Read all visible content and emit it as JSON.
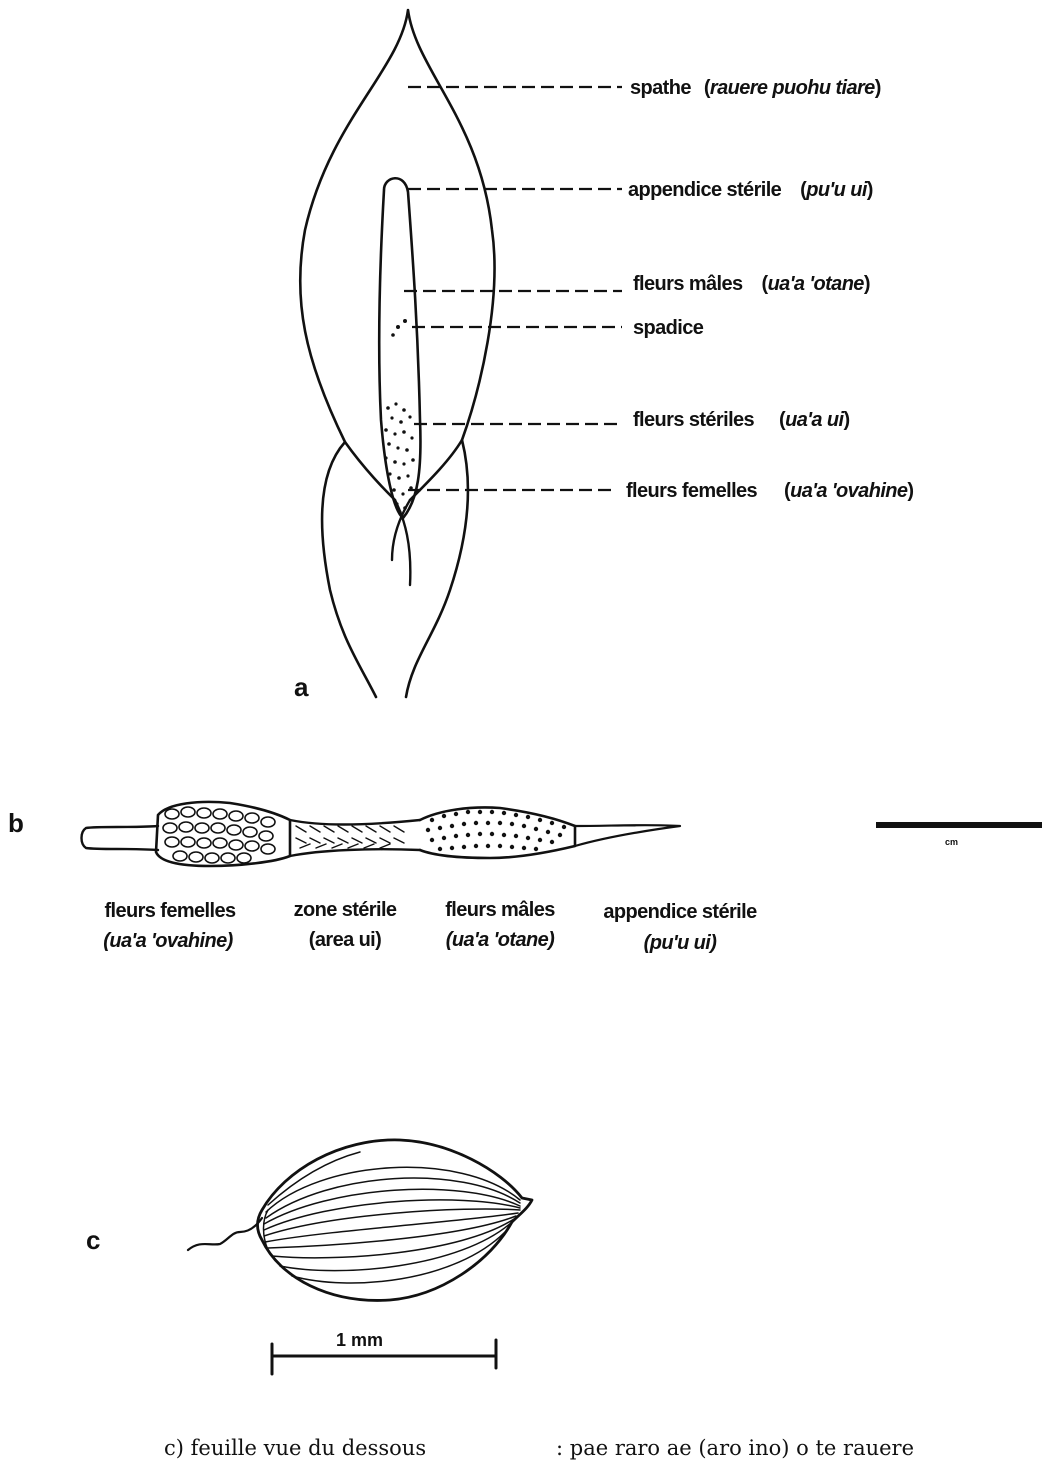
{
  "panel_a": {
    "letter": "a",
    "labels": [
      {
        "term": "spathe",
        "local": "rauere puohu tiare"
      },
      {
        "term": "appendice stérile",
        "local": "pu'u ui"
      },
      {
        "term": "fleurs mâles",
        "local": "ua'a 'otane"
      },
      {
        "term": "spadice",
        "local": ""
      },
      {
        "term": "fleurs stériles",
        "local": "ua'a ui"
      },
      {
        "term": "fleurs femelles",
        "local": "ua'a 'ovahine"
      }
    ]
  },
  "panel_b": {
    "letter": "b",
    "zones": [
      {
        "term": "fleurs femelles",
        "local": "(ua'a 'ovahine)"
      },
      {
        "term": "zone stérile",
        "local": "(area ui)"
      },
      {
        "term": "fleurs mâles",
        "local": "(ua'a 'otane)"
      },
      {
        "term": "appendice stérile",
        "local": "(pu'u ui)"
      }
    ],
    "scale_label": "cm"
  },
  "panel_c": {
    "letter": "c",
    "scale_label": "1 mm"
  },
  "caption": {
    "left": "c)  feuille vue du dessous",
    "right": ": pae raro ae (aro ino) o te rauere"
  }
}
